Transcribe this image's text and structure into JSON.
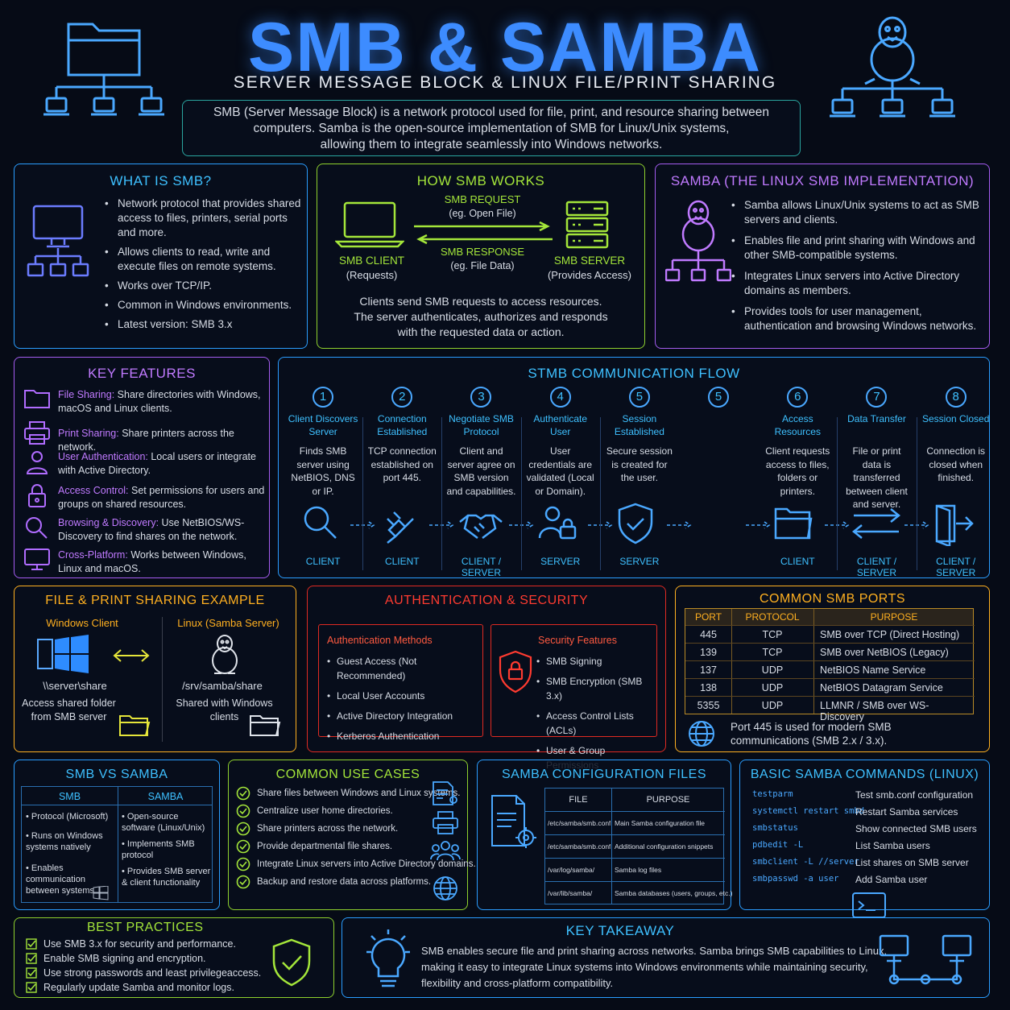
{
  "header": {
    "title": "SMB & SAMBA",
    "subtitle": "SERVER MESSAGE BLOCK & LINUX FILE/PRINT SHARING",
    "intro": [
      "SMB (Server Message Block) is a network protocol used for file, print, and resource sharing between",
      "computers. Samba is the open-source implementation of SMB for Linux/Unix systems,",
      "allowing them to integrate seamlessly into Windows networks."
    ]
  },
  "what_is": {
    "title": "WHAT IS SMB?",
    "items": [
      "Network protocol that provides shared access to files, printers, serial ports and more.",
      "Allows clients to read, write and execute files on remote systems.",
      "Works over TCP/IP.",
      "Common in Windows environments.",
      "Latest version: SMB 3.x"
    ]
  },
  "how_works": {
    "title": "HOW SMB WORKS",
    "request": "SMB REQUEST",
    "request_eg": "(eg. Open File)",
    "response": "SMB RESPONSE",
    "response_eg": "(eg. File Data)",
    "client": "SMB CLIENT",
    "client_sub": "(Requests)",
    "server": "SMB SERVER",
    "server_sub": "(Provides Access)",
    "desc": [
      "Clients send SMB requests to access resources.",
      "The server authenticates, authorizes and responds",
      "with the requested data or action."
    ]
  },
  "samba": {
    "title": "SAMBA (THE LINUX SMB IMPLEMENTATION)",
    "items": [
      "Samba allows Linux/Unix systems to act as SMB servers and clients.",
      "Enables file and print sharing with Windows and other SMB-compatible systems.",
      "Integrates Linux servers into Active Directory domains as members.",
      "Provides tools for user management, authentication and browsing Windows networks."
    ]
  },
  "features": {
    "title": "KEY FEATURES",
    "items": [
      {
        "name": "File Sharing:",
        "text": "Share directories with Windows, macOS and Linux clients."
      },
      {
        "name": "Print Sharing:",
        "text": "Share printers across the network."
      },
      {
        "name": "User Authentication:",
        "text": "Local users or integrate with Active Directory."
      },
      {
        "name": "Access Control:",
        "text": "Set permissions for users and groups on shared resources."
      },
      {
        "name": "Browsing & Discovery:",
        "text": "Use NetBIOS/WS-Discovery to find shares on the network."
      },
      {
        "name": "Cross-Platform:",
        "text": "Works between Windows, Linux and macOS."
      }
    ]
  },
  "flow": {
    "title": "STMB COMMUNICATION FLOW",
    "steps": [
      {
        "num": "1",
        "title": "Client Discovers Server",
        "desc": "Finds SMB server using NetBIOS, DNS or IP.",
        "role": "CLIENT",
        "icon": "magnifier-icon"
      },
      {
        "num": "2",
        "title": "Connection Established",
        "desc": "TCP connection established on port 445.",
        "role": "CLIENT",
        "icon": "plug-icon"
      },
      {
        "num": "3",
        "title": "Negotiate SMB Protocol",
        "desc": "Client and server agree on SMB version and capabilities.",
        "role": "CLIENT / SERVER",
        "icon": "handshake-icon"
      },
      {
        "num": "4",
        "title": "Authenticate User",
        "desc": "User credentials are validated (Local or Domain).",
        "role": "SERVER",
        "icon": "user-lock-icon"
      },
      {
        "num": "5",
        "title": "Session Established",
        "desc": "Secure session is created for the user.",
        "role": "SERVER",
        "icon": "shield-check-icon"
      },
      {
        "num": "5",
        "title": "",
        "desc": "",
        "role": "",
        "icon": ""
      },
      {
        "num": "6",
        "title": "Access Resources",
        "desc": "Client requests access to files, folders or printers.",
        "role": "CLIENT",
        "icon": "folder-icon"
      },
      {
        "num": "7",
        "title": "Data Transfer",
        "desc": "File or print data is transferred between client and server.",
        "role": "CLIENT / SERVER",
        "icon": "transfer-arrows-icon"
      },
      {
        "num": "8",
        "title": "Session Closed",
        "desc": "Connection is closed when finished.",
        "role": "CLIENT / SERVER",
        "icon": "door-exit-icon"
      }
    ]
  },
  "example": {
    "title": "FILE & PRINT SHARING EXAMPLE",
    "win_label": "Windows Client",
    "win_path": "\\\\server\\share",
    "win_desc": [
      "Access shared folder",
      "from SMB server"
    ],
    "lin_label": "Linux (Samba Server)",
    "lin_path": "/srv/samba/share",
    "lin_desc": [
      "Shared with Windows",
      "clients"
    ]
  },
  "auth": {
    "title": "AUTHENTICATION & SECURITY",
    "methods_title": "Authentication Methods",
    "methods": [
      "Guest Access (Not Recommended)",
      "Local User Accounts",
      "Active Directory Integration",
      "Kerberos Authentication"
    ],
    "sec_title": "Security Features",
    "sec": [
      "SMB Signing",
      "SMB Encryption (SMB 3.x)",
      "Access Control Lists (ACLs)",
      "User & Group Permissions"
    ]
  },
  "ports": {
    "title": "COMMON SMB PORTS",
    "headers": [
      "PORT",
      "PROTOCOL",
      "PURPOSE"
    ],
    "rows": [
      [
        "445",
        "TCP",
        "SMB over TCP (Direct Hosting)"
      ],
      [
        "139",
        "TCP",
        "SMB over NetBIOS (Legacy)"
      ],
      [
        "137",
        "UDP",
        "NetBIOS Name Service"
      ],
      [
        "138",
        "UDP",
        "NetBIOS Datagram Service"
      ],
      [
        "5355",
        "UDP",
        "LLMNR / SMB over WS-Discovery"
      ]
    ],
    "note": [
      "Port 445 is used for modern SMB",
      "communications (SMB 2.x / 3.x)."
    ]
  },
  "vs": {
    "title": "SMB VS SAMBA",
    "smb": "SMB",
    "samba": "SAMBA",
    "smb_items": [
      "Protocol (Microsoft)",
      "Runs on Windows systems natively",
      "Enables communication between systems"
    ],
    "samba_items": [
      "Open-source software (Linux/Unix)",
      "Implements SMB protocol",
      "Provides SMB server & client functionality"
    ]
  },
  "use_cases": {
    "title": "COMMON USE CASES",
    "items": [
      "Share files between Windows and Linux systems.",
      "Centralize user home directories.",
      "Share printers across the network.",
      "Provide departmental file shares.",
      "Integrate Linux servers into Active Directory domains.",
      "Backup and restore data across platforms."
    ]
  },
  "config": {
    "title": "SAMBA CONFIGURATION FILES",
    "headers": [
      "FILE",
      "PURPOSE"
    ],
    "rows": [
      [
        "/etc/samba/smb.conf",
        "Main Samba configuration file"
      ],
      [
        "/etc/samba/smb.conf.d/",
        "Additional configuration snippets"
      ],
      [
        "/var/log/samba/",
        "Samba log files"
      ],
      [
        "/var/lib/samba/",
        "Samba databases (users, groups, etc.)"
      ]
    ]
  },
  "commands": {
    "title": "BASIC SAMBA COMMANDS (LINUX)",
    "rows": [
      [
        "testparm",
        "Test smb.conf configuration"
      ],
      [
        "systemctl restart smbd",
        "Restart Samba services"
      ],
      [
        "smbstatus",
        "Show connected SMB users"
      ],
      [
        "pdbedit -L",
        "List Samba users"
      ],
      [
        "smbclient -L //server",
        "List shares on SMB server"
      ],
      [
        "smbpasswd -a user",
        "Add Samba user"
      ]
    ]
  },
  "best": {
    "title": "BEST PRACTICES",
    "items": [
      "Use SMB 3.x for security and performance.",
      "Enable SMB signing and encryption.",
      "Use strong passwords and least privilegeaccess.",
      "Regularly update Samba and monitor logs."
    ]
  },
  "takeaway": {
    "title": "KEY TAKEAWAY",
    "text": [
      "SMB enables secure file and print sharing across networks. Samba brings SMB capabilities to Linux,",
      "making it easy to integrate Linux systems into Windows environments while maintaining security,",
      "flexibility and cross-platform compatibility."
    ]
  },
  "colors": {
    "cyan": "#39b8ff",
    "green": "#a4e63a",
    "purple": "#b06cff",
    "orange": "#ffb020",
    "red": "#ff3b30",
    "blue": "#4a7dff"
  }
}
